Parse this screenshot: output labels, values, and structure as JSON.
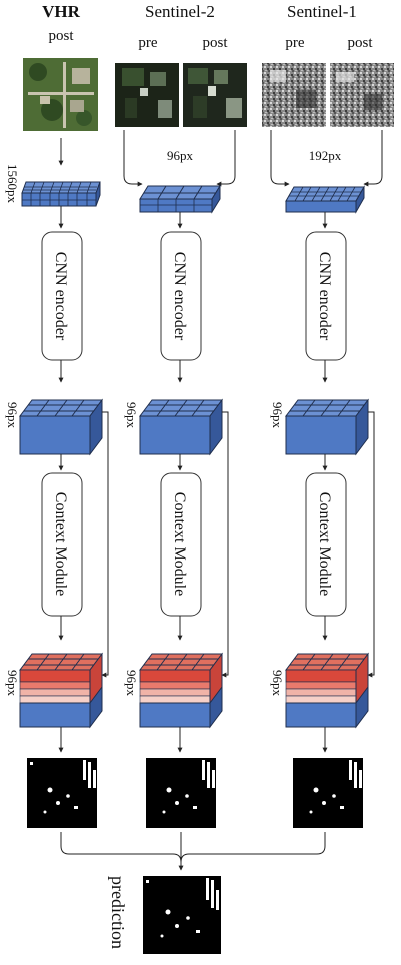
{
  "columns": [
    {
      "title": "VHR",
      "subtitles": [
        "post"
      ],
      "input_size": "1560px",
      "encoder": "CNN encoder",
      "feature_size": "96px",
      "context": "Context Module",
      "output_size": "96px"
    },
    {
      "title": "Sentinel-2",
      "subtitles": [
        "pre",
        "post"
      ],
      "input_size": "96px",
      "encoder": "CNN encoder",
      "feature_size": "96px",
      "context": "Context Module",
      "output_size": "96px"
    },
    {
      "title": "Sentinel-1",
      "subtitles": [
        "pre",
        "post"
      ],
      "input_size": "192px",
      "encoder": "CNN encoder",
      "feature_size": "96px",
      "context": "Context Module",
      "output_size": "96px"
    }
  ],
  "prediction_label": "prediction",
  "colors": {
    "feature_blue": "#4f79c4",
    "feature_blue_side": "#36589a",
    "context_red": "#d9483b",
    "context_pink": "#f0b3a8",
    "stroke": "#1f2e4d"
  },
  "images": {
    "vhr": "satellite-forest-tile",
    "s2": "sentinel2-dark-tile",
    "s1": "sentinel1-grey-speckle-tile",
    "mask": "binary-building-mask"
  }
}
